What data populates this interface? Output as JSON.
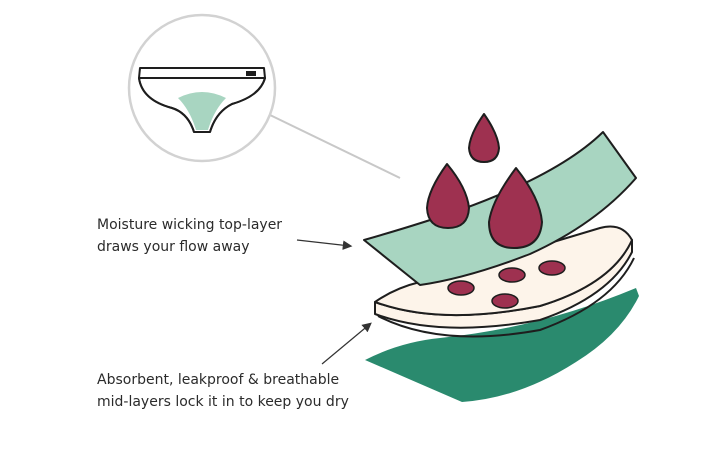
{
  "labels": {
    "top_layer": {
      "line1": "Moisture wicking top-layer",
      "line2": "draws your flow away"
    },
    "mid_layers": {
      "line1": "Absorbent, leakproof & breathable",
      "line2": "mid-layers lock it in to keep you dry"
    }
  },
  "colors": {
    "outline": "#1e1e1e",
    "top_layer": "#a8d5c1",
    "mid_layer": "#fdf4ea",
    "bottom_layer": "#2a8a6e",
    "drop": "#9e3150",
    "gusset": "#a8d5c1",
    "callout_line": "#c8c8c8",
    "arrow": "#333333"
  },
  "icons": {
    "underwear": "underwear-icon",
    "drop": "drop-icon"
  }
}
